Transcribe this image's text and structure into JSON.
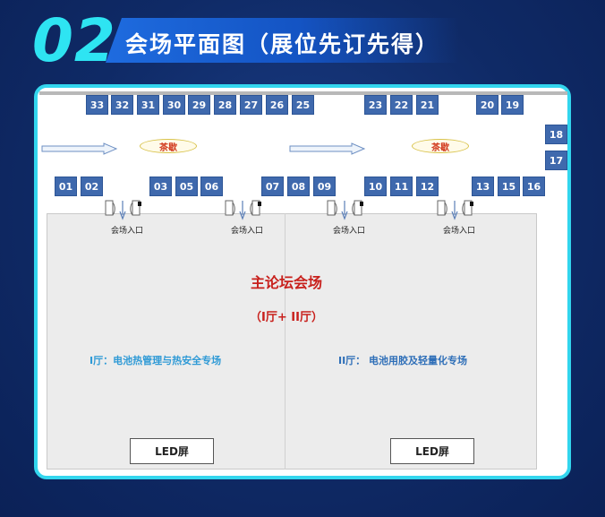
{
  "header": {
    "number": "02",
    "title": "会场平面图（展位先订先得）"
  },
  "booths": [
    {
      "id": "33"
    },
    {
      "id": "32"
    },
    {
      "id": "31"
    },
    {
      "id": "30"
    },
    {
      "id": "29"
    },
    {
      "id": "28"
    },
    {
      "id": "27"
    },
    {
      "id": "26"
    },
    {
      "id": "25"
    },
    {
      "id": "23"
    },
    {
      "id": "22"
    },
    {
      "id": "21"
    },
    {
      "id": "20"
    },
    {
      "id": "19"
    },
    {
      "id": "18"
    },
    {
      "id": "17"
    },
    {
      "id": "01"
    },
    {
      "id": "02"
    },
    {
      "id": "03"
    },
    {
      "id": "05"
    },
    {
      "id": "06"
    },
    {
      "id": "07"
    },
    {
      "id": "08"
    },
    {
      "id": "09"
    },
    {
      "id": "10"
    },
    {
      "id": "11"
    },
    {
      "id": "12"
    },
    {
      "id": "13"
    },
    {
      "id": "15"
    },
    {
      "id": "16"
    }
  ],
  "tea_break": [
    "茶歇",
    "茶歇"
  ],
  "entrances": [
    "会场入口",
    "会场入口",
    "会场入口",
    "会场入口"
  ],
  "main_forum": {
    "title": "主论坛会场",
    "subtitle": "（I厅+ II厅）"
  },
  "zones": {
    "hall1": "I厅：电池热管理与热安全专场",
    "hall2": "II厅：  电池用胶及轻量化专场"
  },
  "screens": [
    "LED屏",
    "LED屏"
  ],
  "colors": {
    "background": "#0f2a66",
    "accent": "#2ee4f2",
    "booth": "#3f69ad",
    "main_forum_text": "#c8201c"
  }
}
